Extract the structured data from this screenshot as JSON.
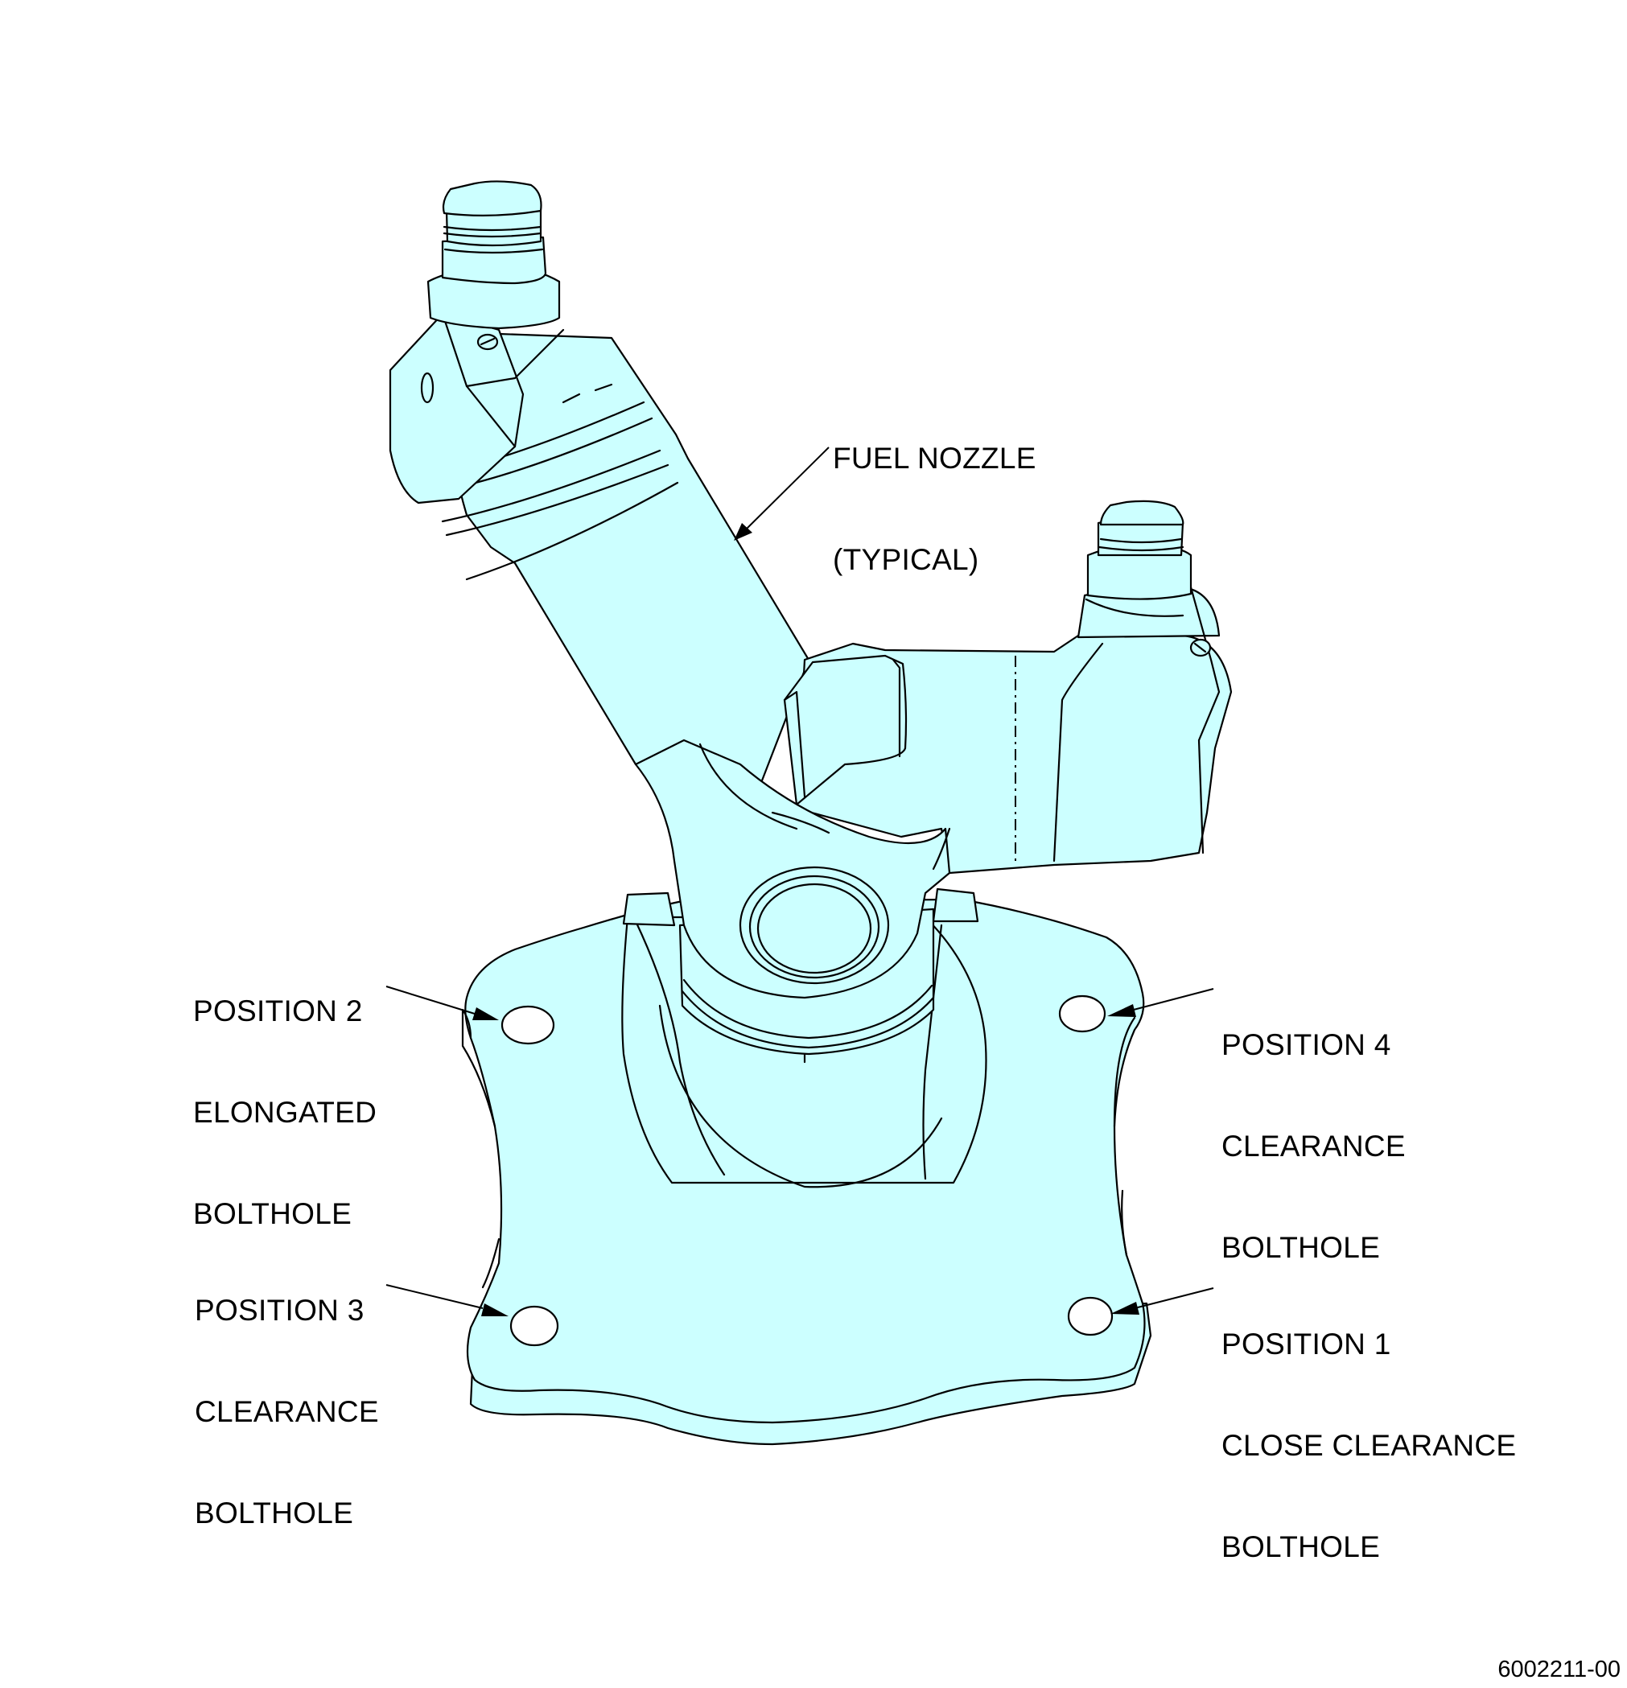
{
  "labels": {
    "fuel_nozzle": [
      "FUEL NOZZLE",
      "(TYPICAL)"
    ],
    "position_2": [
      "POSITION 2",
      "ELONGATED",
      "BOLTHOLE"
    ],
    "position_4": [
      "POSITION 4",
      "CLEARANCE",
      "BOLTHOLE"
    ],
    "position_3": [
      "POSITION 3",
      "CLEARANCE",
      "BOLTHOLE"
    ],
    "position_1": [
      "POSITION 1",
      "CLOSE CLEARANCE",
      "BOLTHOLE"
    ]
  },
  "figure_number": "6002211-00",
  "colors": {
    "part_fill": "#ccffff",
    "line": "#000000",
    "background": "#ffffff"
  }
}
